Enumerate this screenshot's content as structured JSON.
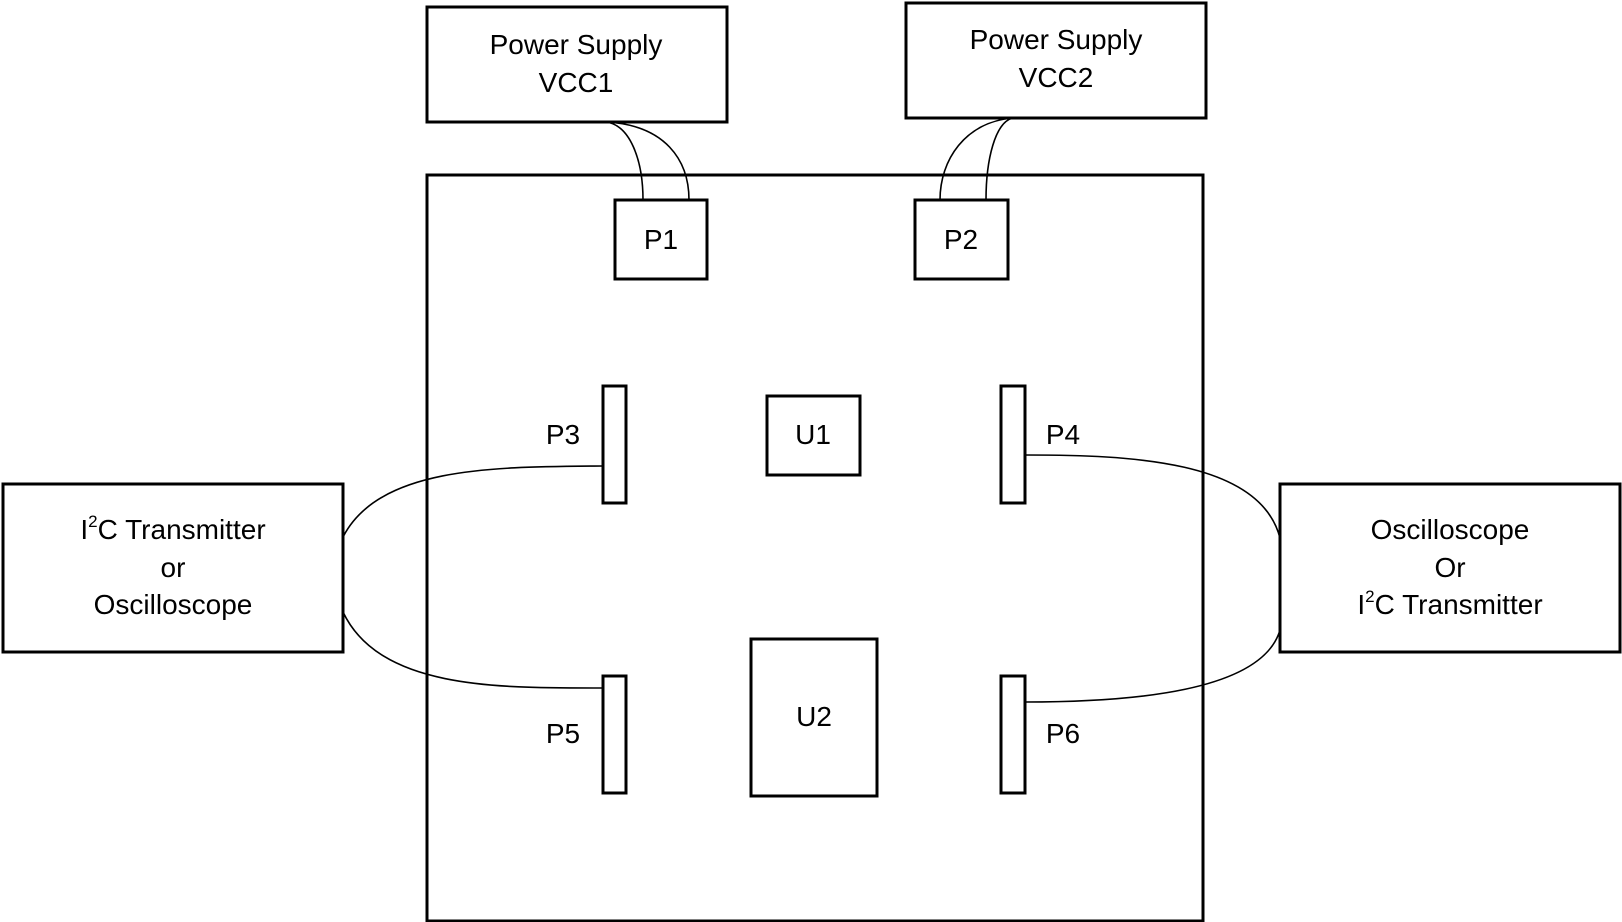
{
  "power_supply_1": {
    "line1": "Power Supply",
    "line2": "VCC1"
  },
  "power_supply_2": {
    "line1": "Power Supply",
    "line2": "VCC2"
  },
  "left_equipment": {
    "line1_prefix": "I",
    "line1_sup": "2",
    "line1_rest": "C Transmitter",
    "line2": "or",
    "line3": "Oscilloscope"
  },
  "right_equipment": {
    "line1": "Oscilloscope",
    "line2": "Or",
    "line3_prefix": "I",
    "line3_sup": "2",
    "line3_rest": "C Transmitter"
  },
  "connectors": {
    "p1": "P1",
    "p2": "P2",
    "p3": "P3",
    "p4": "P4",
    "p5": "P5",
    "p6": "P6"
  },
  "chips": {
    "u1": "U1",
    "u2": "U2"
  }
}
